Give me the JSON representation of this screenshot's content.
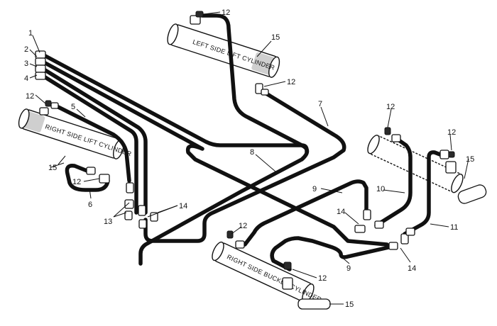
{
  "cylinders": {
    "left_lift": "LEFT SIDE LIFT CYLINDER",
    "right_lift": "RIGHT SIDE LIFT CYLINDER",
    "right_bucket": "RIGHT SIDE BUCKET CYLINDER"
  },
  "callouts": {
    "c1": "1",
    "c2": "2",
    "c3": "3",
    "c4": "4",
    "c5": "5",
    "c6": "6",
    "c7": "7",
    "c8": "8",
    "c9a": "9",
    "c9b": "9",
    "c10": "10",
    "c11": "11",
    "c12a": "12",
    "c12b": "12",
    "c12c": "12",
    "c12d": "12",
    "c12e": "12",
    "c12f": "12",
    "c12g": "12",
    "c12h": "12",
    "c13": "13",
    "c14a": "14",
    "c14b": "14",
    "c14c": "14",
    "c15a": "15",
    "c15b": "15",
    "c15c": "15",
    "c15d": "15"
  }
}
